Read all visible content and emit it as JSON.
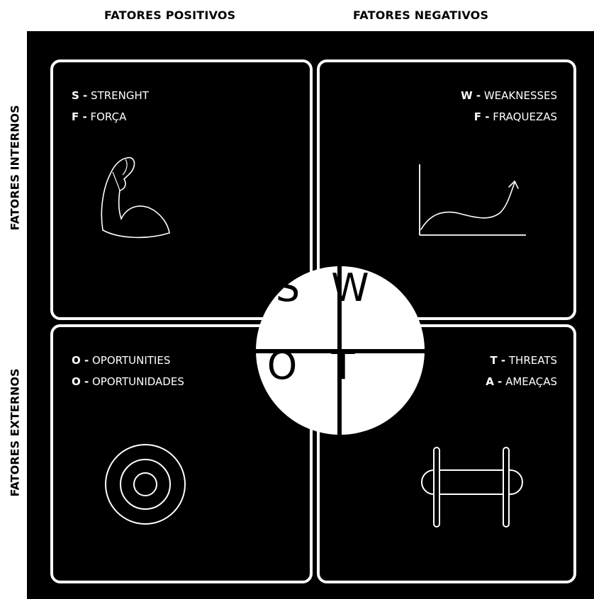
{
  "headers": {
    "positive": "FATORES POSITIVOS",
    "negative": "FATORES NEGATIVOS",
    "internal": "FATORES INTERNOS",
    "external": "FATORES EXTERNOS"
  },
  "quadrants": {
    "strength": {
      "line1_key": "S -",
      "line1_text": "STRENGHT",
      "line2_key": "F -",
      "line2_text": "FORÇA",
      "icon": "flexed-arm-icon"
    },
    "weakness": {
      "line1_key": "W -",
      "line1_text": "WEAKNESSES",
      "line2_key": "F  -",
      "line2_text": "FRAQUEZAS",
      "icon": "line-chart-icon"
    },
    "opportunity": {
      "line1_key": "O -",
      "line1_text": "OPORTUNITIES",
      "line2_key": "O -",
      "line2_text": "OPORTUNIDADES",
      "icon": "target-icon"
    },
    "threat": {
      "line1_key": "T -",
      "line1_text": "THREATS",
      "line2_key": "A -",
      "line2_text": "AMEAÇAS",
      "icon": "barrier-icon"
    }
  },
  "swot_letters": {
    "s": "S",
    "w": "W",
    "o": "O",
    "t": "T"
  },
  "colors": {
    "background": "#000000",
    "foreground": "#ffffff",
    "page": "#ffffff"
  }
}
